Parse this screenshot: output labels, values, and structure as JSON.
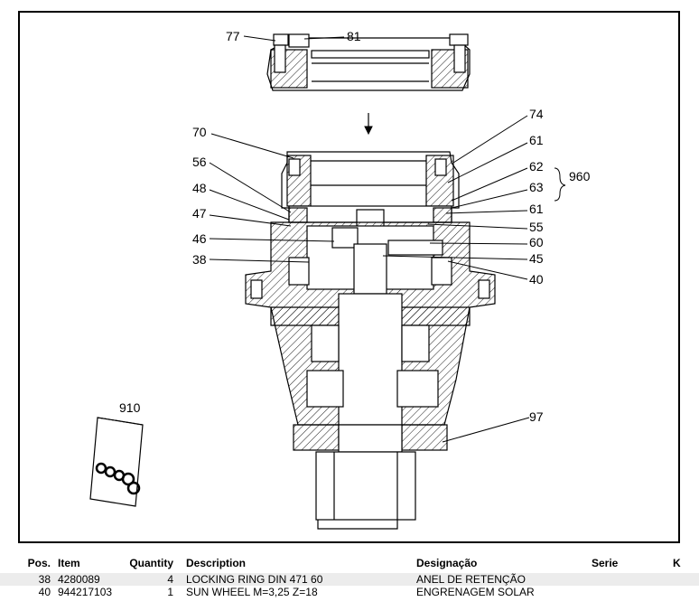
{
  "drawing": {
    "callouts": [
      "77",
      "81",
      "74",
      "70",
      "61",
      "62",
      "960",
      "63",
      "56",
      "48",
      "61",
      "47",
      "55",
      "46",
      "60",
      "45",
      "38",
      "40",
      "97",
      "910"
    ]
  },
  "table": {
    "headers": {
      "pos": "Pos.",
      "item": "Item",
      "quantity": "Quantity",
      "description": "Description",
      "designacao": "Designação",
      "serie": "Serie",
      "k": "K"
    },
    "rows": [
      {
        "pos": "38",
        "item": "4280089",
        "quantity": "4",
        "description": "LOCKING RING DIN 471 60",
        "designacao": "ANEL DE RETENÇÃO",
        "serie": "",
        "k": ""
      },
      {
        "pos": "40",
        "item": "944217103",
        "quantity": "1",
        "description": "SUN WHEEL M=3,25 Z=18",
        "designacao": "ENGRENAGEM SOLAR",
        "serie": "",
        "k": ""
      }
    ]
  }
}
